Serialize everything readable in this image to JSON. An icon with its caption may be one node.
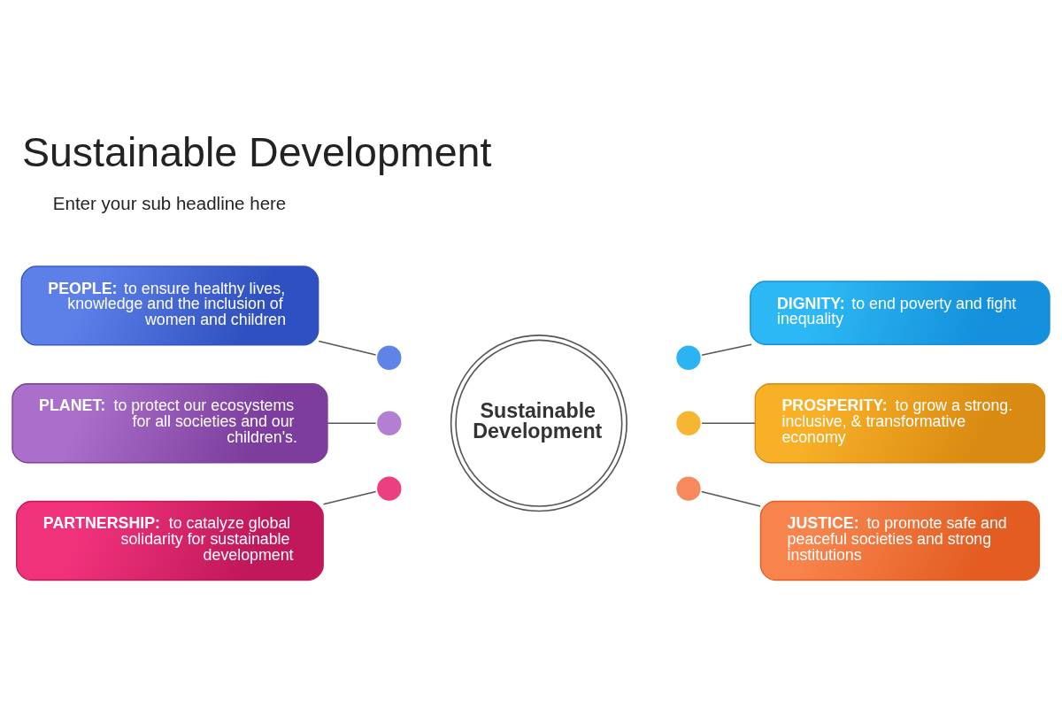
{
  "diagram": {
    "title": "Sustainable Development",
    "nodes": [
      {
        "text": [
          "**PEOPLE:** to ensure healthy lives, knowledge and the inclusion of women and children"
        ]
      },
      {
        "text": [
          "**DIGNITY:** to end poverty and fight inequality"
        ]
      },
      {
        "text": [],
        "shape": "circle"
      },
      {
        "text": [],
        "shape": "circle"
      },
      {
        "text": [
          "**PLANET:** to protect our ecosystems for all societies and our children's."
        ]
      },
      {
        "text": [],
        "shape": "circle"
      },
      {
        "text": [
          "Sustainable Development"
        ]
      },
      {
        "text": [],
        "shape": "circle"
      },
      {
        "text": [
          "**PROSPERITY:** to grow a strong. inclusive, & transformative economy"
        ]
      },
      {
        "text": [],
        "shape": "circle"
      },
      {
        "text": [],
        "shape": "circle"
      },
      {
        "text": [
          "**PARTNERSHIP:** to catalyze global solidarity for sustainable development"
        ]
      },
      {
        "text": [
          "**JUSTICE:** to promote safe and peaceful societies and strong institutions"
        ]
      }
    ],
    "edges": [
      {
        "from": 0,
        "to": 2,
        "arrow": "none"
      },
      {
        "from": 3,
        "to": 1,
        "arrow": "none"
      },
      {
        "from": 4,
        "to": 5,
        "arrow": "none"
      },
      {
        "from": 7,
        "to": 8,
        "arrow": "none"
      },
      {
        "from": 11,
        "to": 9,
        "arrow": "none"
      },
      {
        "from": 10,
        "to": 12,
        "arrow": "none"
      }
    ],
    "labels": [
      "Enter your sub headline here"
    ]
  }
}
